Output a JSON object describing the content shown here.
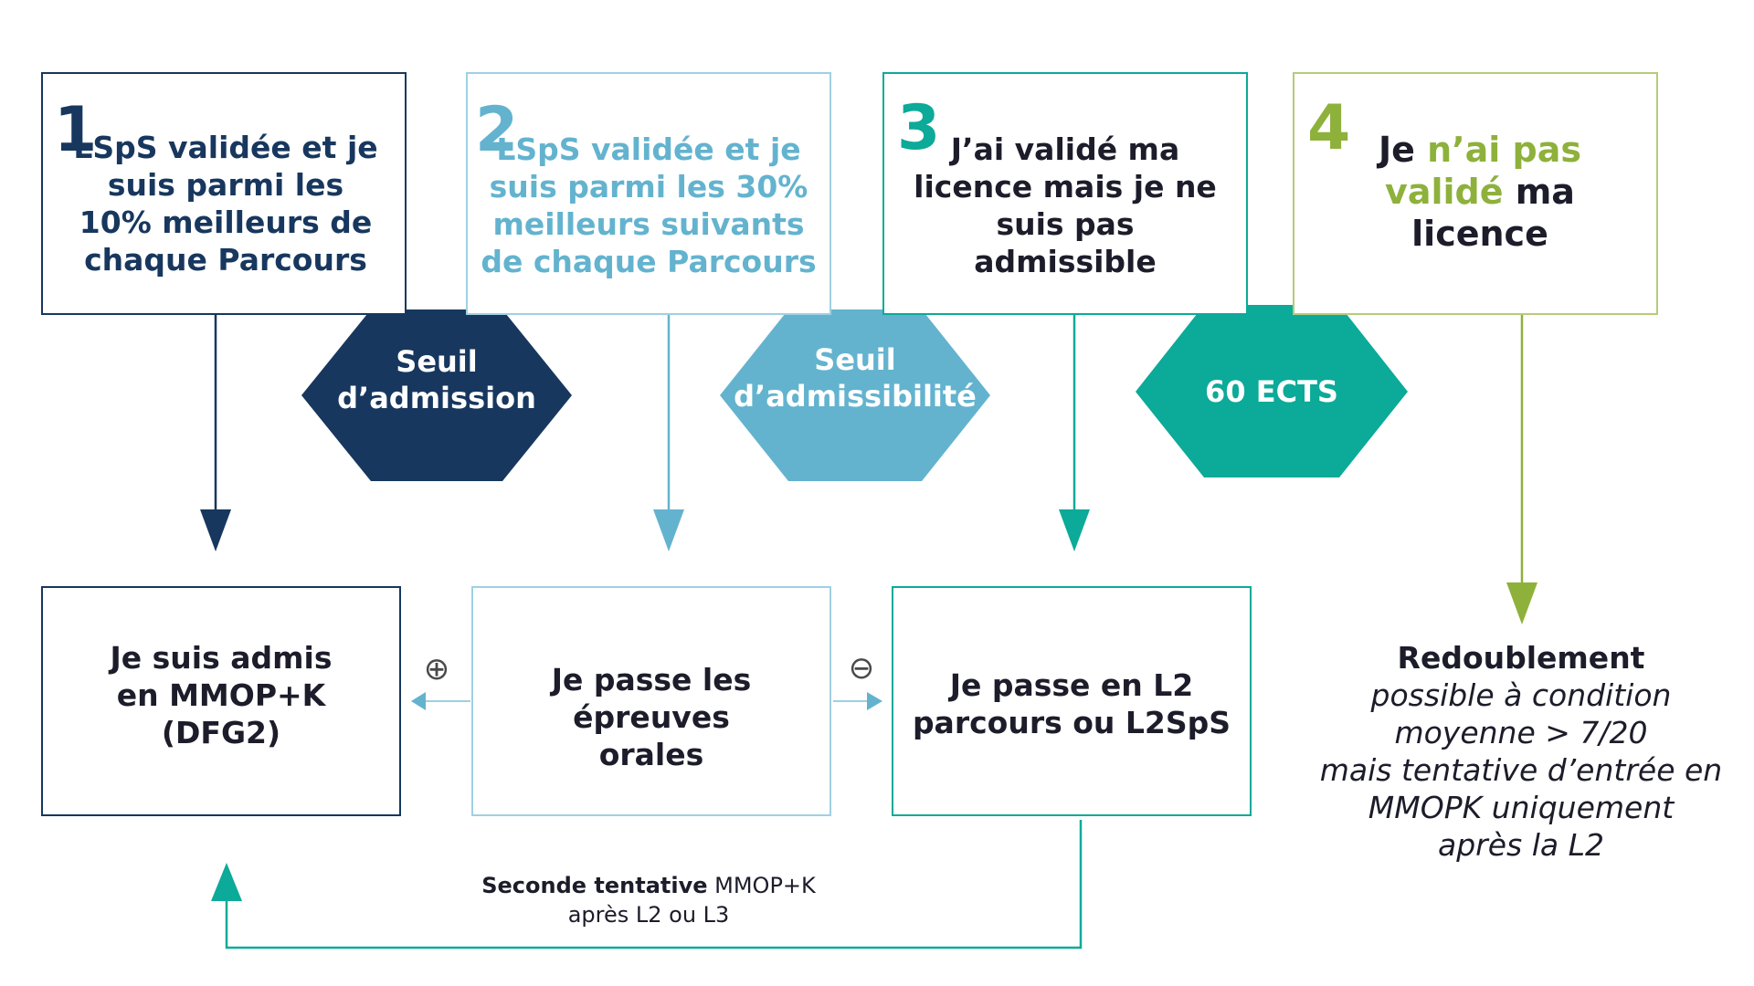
{
  "colors": {
    "navy": "#17375e",
    "light_blue": "#63b3cf",
    "teal": "#0caa98",
    "green": "#8eb13c",
    "text": "#1c1c2a"
  },
  "top": [
    {
      "number": "1",
      "text": "LSpS validée et je suis parmi les 10% meilleurs de chaque Parcours"
    },
    {
      "number": "2",
      "text": "LSpS validée et je suis parmi les 30% meilleurs suivants de chaque Parcours"
    },
    {
      "number": "3",
      "text": "J’ai validé ma licence mais je ne suis pas admissible"
    },
    {
      "number": "4",
      "text_a": "Je ",
      "text_b": "n’ai pas validé",
      "text_c": " ma licence"
    }
  ],
  "hexagons": [
    {
      "label": "Seuil d’admission"
    },
    {
      "label": "Seuil d’admissibilité"
    },
    {
      "label": "60 ECTS"
    }
  ],
  "bottom": [
    {
      "text": "Je suis admis en  MMOP+K (DFG2)"
    },
    {
      "text": "Je passe les épreuves orales"
    },
    {
      "text": "Je passe en L2 parcours ou L2SpS"
    }
  ],
  "symbols": {
    "plus": "⊕",
    "minus": "⊖"
  },
  "note": {
    "bold": "Seconde tentative",
    "rest": " MMOP+K",
    "line2": "après L2 ou L3"
  },
  "side": {
    "head": "Redoublement",
    "line1": "possible à condition",
    "line2": "moyenne > 7/20",
    "line3": "mais tentative d’entrée en",
    "line4": "MMOPK uniquement",
    "line5": "après la L2"
  }
}
